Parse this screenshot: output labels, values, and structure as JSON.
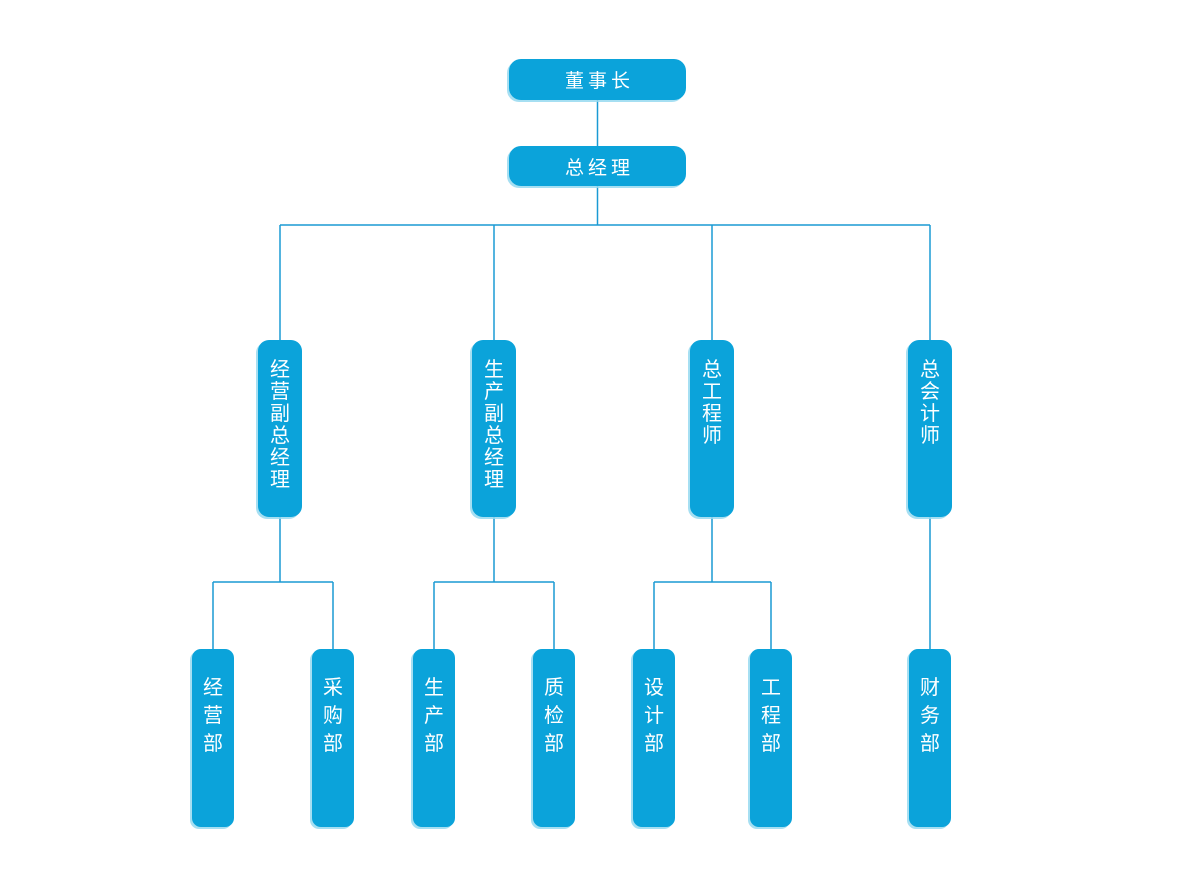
{
  "org_chart": {
    "root": {
      "label": "董事长"
    },
    "general_manager": {
      "label": "总经理"
    },
    "branches": [
      {
        "label": "经营副总经理",
        "children": [
          {
            "label": "经营部"
          },
          {
            "label": "采购部"
          }
        ]
      },
      {
        "label": "生产副总经理",
        "children": [
          {
            "label": "生产部"
          },
          {
            "label": "质检部"
          }
        ]
      },
      {
        "label": "总工程师",
        "children": [
          {
            "label": "设计部"
          },
          {
            "label": "工程部"
          }
        ]
      },
      {
        "label": "总会计师",
        "children": [
          {
            "label": "财务部"
          }
        ]
      }
    ],
    "colors": {
      "node_fill": "#0ba3da",
      "node_text": "#ffffff",
      "connector": "#1a9ad4",
      "node_edge_highlight": "#96d9f0"
    }
  }
}
